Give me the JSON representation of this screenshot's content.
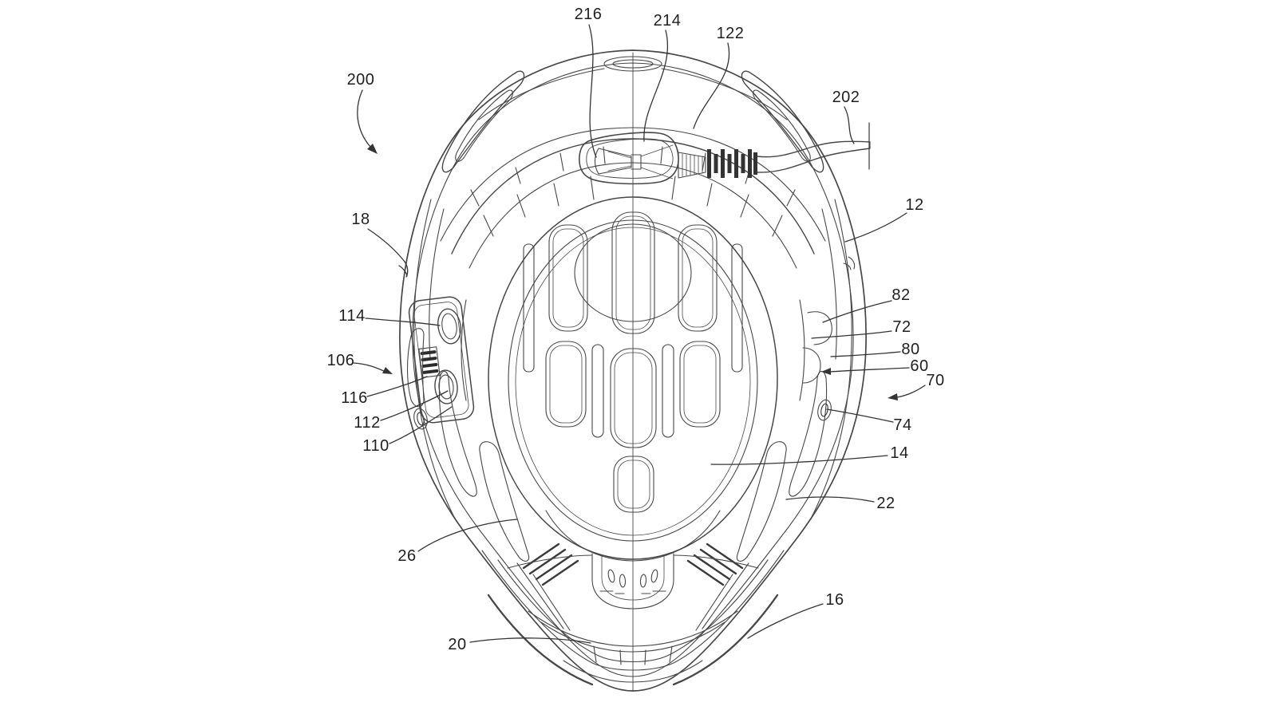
{
  "figure": {
    "kind": "patent-line-drawing",
    "view": "helmet top view with cable connector and side control module",
    "background_color": "#ffffff",
    "line_color": "#474747",
    "label_color": "#1f1f1f"
  },
  "labels": [
    {
      "text": "200"
    },
    {
      "text": "216"
    },
    {
      "text": "214"
    },
    {
      "text": "122"
    },
    {
      "text": "202"
    },
    {
      "text": "18"
    },
    {
      "text": "12"
    },
    {
      "text": "114"
    },
    {
      "text": "106"
    },
    {
      "text": "116"
    },
    {
      "text": "112"
    },
    {
      "text": "110"
    },
    {
      "text": "82"
    },
    {
      "text": "72"
    },
    {
      "text": "80"
    },
    {
      "text": "60"
    },
    {
      "text": "70"
    },
    {
      "text": "74"
    },
    {
      "text": "14"
    },
    {
      "text": "22"
    },
    {
      "text": "16"
    },
    {
      "text": "26"
    },
    {
      "text": "20"
    }
  ]
}
